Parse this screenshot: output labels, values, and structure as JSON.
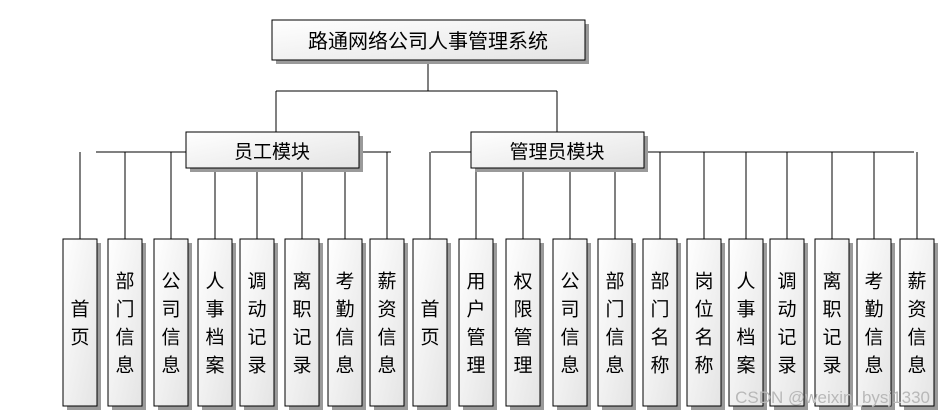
{
  "root": {
    "label": "路通网络公司人事管理系统"
  },
  "modules": [
    {
      "label": "员工模块",
      "children": [
        "首页",
        "部门信息",
        "公司信息",
        "人事档案",
        "调动记录",
        "离职记录",
        "考勤信息",
        "薪资信息"
      ]
    },
    {
      "label": "管理员模块",
      "children": [
        "首页",
        "用户管理",
        "权限管理",
        "公司信息",
        "部门信息",
        "部门名称",
        "岗位名称",
        "人事档案",
        "调动记录",
        "离职记录",
        "考勤信息",
        "薪资信息"
      ]
    }
  ],
  "watermark": "CSDN @weixin_bysj1330"
}
